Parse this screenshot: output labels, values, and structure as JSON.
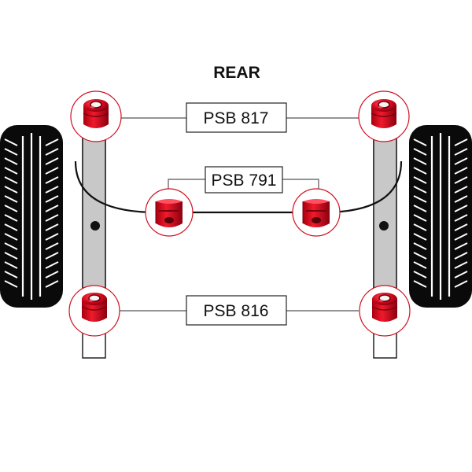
{
  "title": "REAR",
  "labels": {
    "top": "PSB 817",
    "middle": "PSB 791",
    "bottom": "PSB 816"
  },
  "colors": {
    "bushing_red": "#d6081c",
    "bushing_dark": "#8a0010",
    "circle_border": "#d01020",
    "arm_fill": "#c8c8c8",
    "tyre": "#0a0a0a"
  },
  "icons": {
    "tyre": "tyre-icon",
    "bushing": "bushing-icon",
    "anti_roll_bushing": "anti-roll-bar-bushing-icon"
  }
}
